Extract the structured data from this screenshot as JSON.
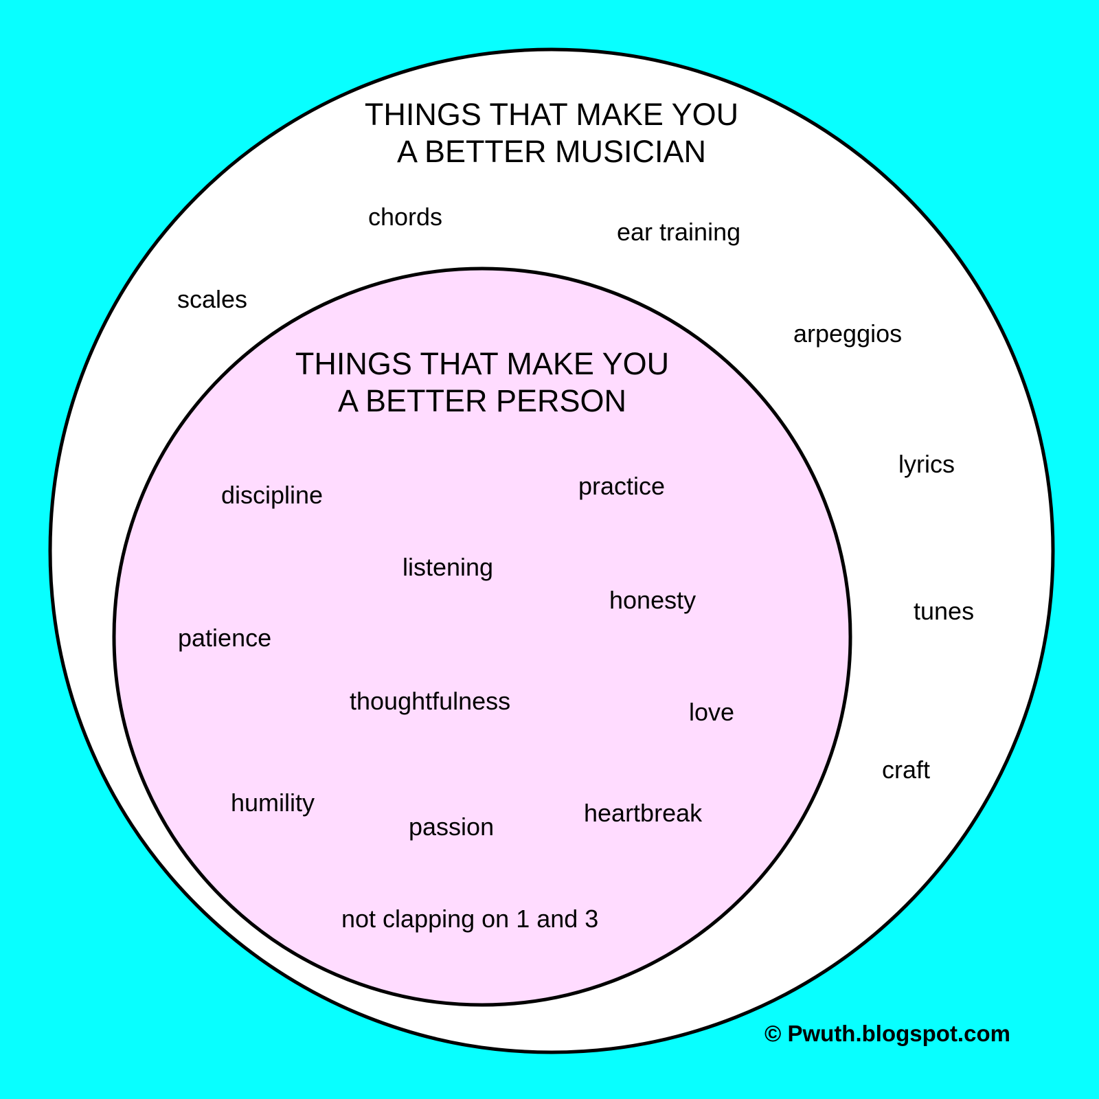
{
  "diagram": {
    "outer_set": {
      "title_lines": [
        "THINGS THAT MAKE YOU",
        "A BETTER MUSICIAN"
      ],
      "items": [
        "chords",
        "ear training",
        "scales",
        "arpeggios",
        "lyrics",
        "tunes",
        "craft"
      ],
      "fill_color": "#ffffff"
    },
    "inner_set": {
      "title_lines": [
        "THINGS THAT MAKE YOU",
        "A BETTER PERSON"
      ],
      "items": [
        "discipline",
        "practice",
        "listening",
        "honesty",
        "patience",
        "thoughtfulness",
        "love",
        "humility",
        "passion",
        "heartbreak",
        "not clapping on 1 and 3"
      ],
      "fill_color": "#ffdcff"
    },
    "background_color": "#08ffff",
    "outline_color": "#000000"
  },
  "copyright": "© Pwuth.blogspot.com"
}
